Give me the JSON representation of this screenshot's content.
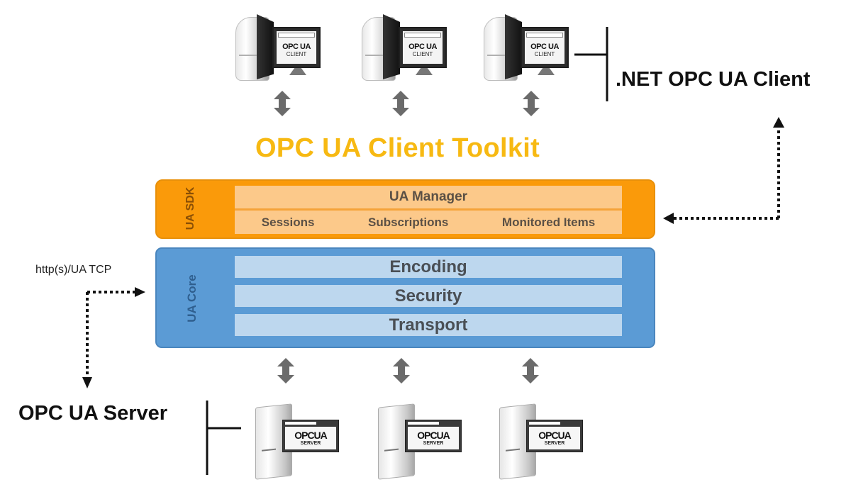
{
  "title": "OPC UA Client Toolkit",
  "colors": {
    "title": "#f7b912",
    "sdk_box": "#fa9a0a",
    "sdk_inner": "#fcc98a",
    "core_box": "#5b9bd5",
    "core_inner": "#bdd7ee",
    "arrow": "#6b6b6b",
    "text_dark": "#111111"
  },
  "clients": {
    "label": ".NET OPC UA Client",
    "items": [
      {
        "line1": "OPC UA",
        "line2": "CLIENT"
      },
      {
        "line1": "OPC UA",
        "line2": "CLIENT"
      },
      {
        "line1": "OPC UA",
        "line2": "CLIENT"
      }
    ]
  },
  "sdk": {
    "label": "UA SDK",
    "manager": "UA Manager",
    "components": [
      "Sessions",
      "Subscriptions",
      "Monitored Items"
    ]
  },
  "core": {
    "label": "UA Core",
    "layers": [
      "Encoding",
      "Security",
      "Transport"
    ]
  },
  "protocol_label": "http(s)/UA TCP",
  "servers": {
    "label": "OPC UA Server",
    "items": [
      {
        "line1": "OPCUA",
        "line2": "SERVER"
      },
      {
        "line1": "OPCUA",
        "line2": "SERVER"
      },
      {
        "line1": "OPCUA",
        "line2": "SERVER"
      }
    ]
  }
}
